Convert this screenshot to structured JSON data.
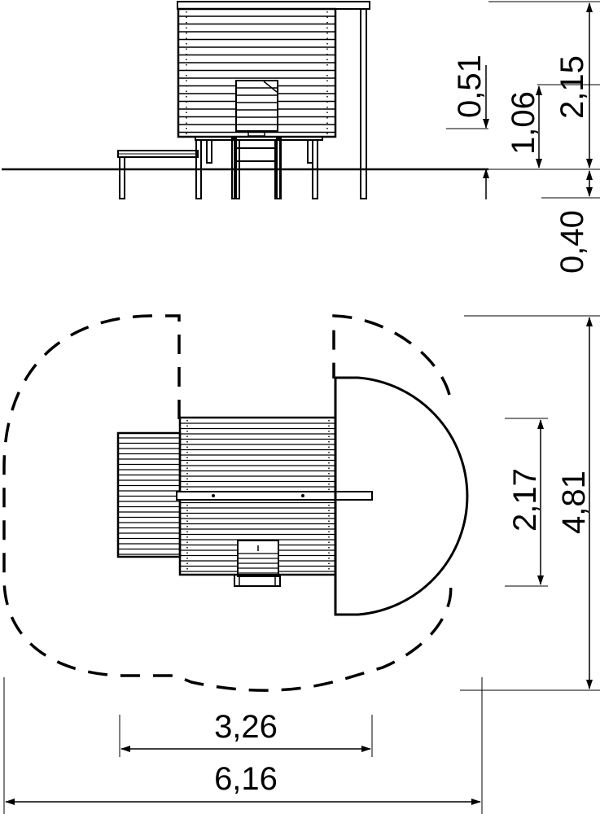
{
  "dimensions": {
    "elevation": {
      "roof_height": "0,51",
      "platform_height": "1,06",
      "total_height": "2,15",
      "foundation_depth": "0,40"
    },
    "plan": {
      "structure_depth": "2,17",
      "safety_area_depth": "4,81",
      "structure_width": "3,26",
      "safety_area_width": "6,16"
    }
  },
  "colors": {
    "line": "#000000",
    "background": "#ffffff"
  }
}
